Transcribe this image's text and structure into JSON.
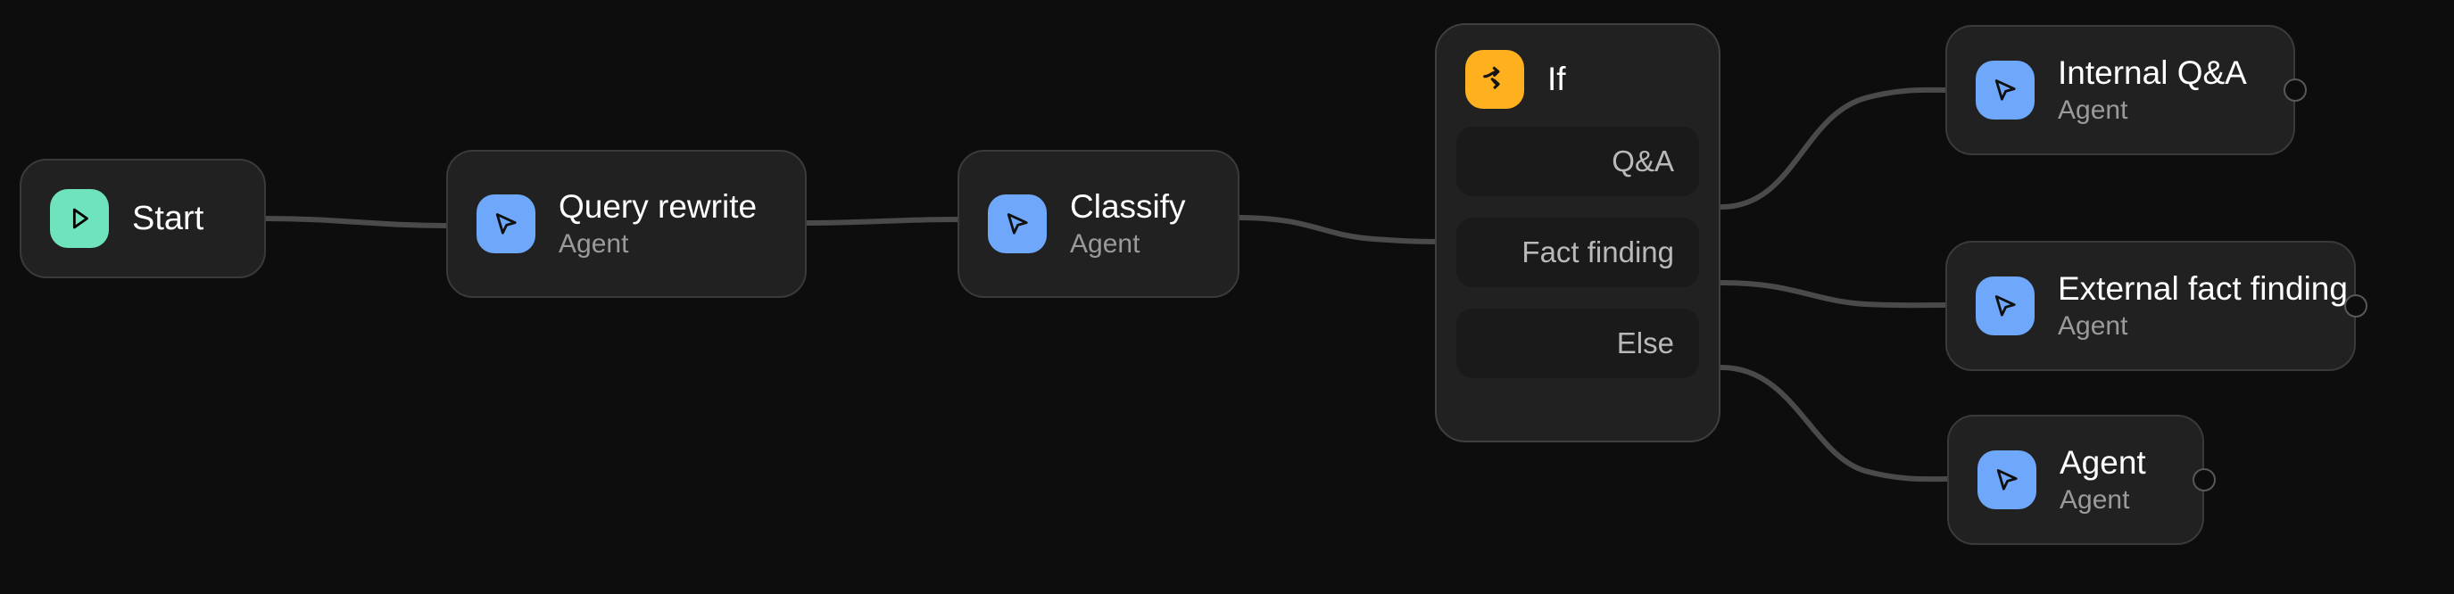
{
  "canvas": {
    "background": "#0d0d0d",
    "edge_color": "#4a4a4a"
  },
  "palette": {
    "node_background": "#212121",
    "node_border": "#3a3a3a",
    "branch_row_background": "#1a1a1a",
    "title_color": "#ffffff",
    "subtitle_color": "#9a9a9a",
    "start_icon": "#6fe3bd",
    "agent_icon": "#6fa8fb",
    "if_icon": "#ffb01f"
  },
  "nodes": [
    {
      "id": "start",
      "title": "Start",
      "subtitle": "",
      "icon": "play-icon",
      "icon_color": "#6fe3bd"
    },
    {
      "id": "query-rewrite",
      "title": "Query rewrite",
      "subtitle": "Agent",
      "icon": "cursor-arrow-icon",
      "icon_color": "#6fa8fb"
    },
    {
      "id": "classify",
      "title": "Classify",
      "subtitle": "Agent",
      "icon": "cursor-arrow-icon",
      "icon_color": "#6fa8fb"
    },
    {
      "id": "if",
      "title": "If",
      "icon": "branch-arrow-icon",
      "icon_color": "#ffb01f",
      "branches": [
        {
          "id": "qa",
          "label": "Q&A"
        },
        {
          "id": "fact-finding",
          "label": "Fact finding"
        },
        {
          "id": "else",
          "label": "Else"
        }
      ]
    },
    {
      "id": "internal-qa",
      "title": "Internal Q&A",
      "subtitle": "Agent",
      "icon": "cursor-arrow-icon",
      "icon_color": "#6fa8fb",
      "has_output_port": true
    },
    {
      "id": "external-fact-finding",
      "title": "External fact finding",
      "subtitle": "Agent",
      "icon": "cursor-arrow-icon",
      "icon_color": "#6fa8fb",
      "has_output_port": true
    },
    {
      "id": "agent",
      "title": "Agent",
      "subtitle": "Agent",
      "icon": "cursor-arrow-icon",
      "icon_color": "#6fa8fb",
      "has_output_port": true
    }
  ],
  "edges": [
    {
      "id": "start-to-query-rewrite",
      "from": "start",
      "to": "query-rewrite"
    },
    {
      "id": "query-rewrite-to-classify",
      "from": "query-rewrite",
      "to": "classify"
    },
    {
      "id": "classify-to-if",
      "from": "classify",
      "to": "if"
    },
    {
      "id": "qa-to-internal-qa",
      "from": "if.qa",
      "to": "internal-qa"
    },
    {
      "id": "fact-finding-to-external-fact-finding",
      "from": "if.fact-finding",
      "to": "external-fact-finding"
    },
    {
      "id": "else-to-agent",
      "from": "if.else",
      "to": "agent"
    }
  ]
}
